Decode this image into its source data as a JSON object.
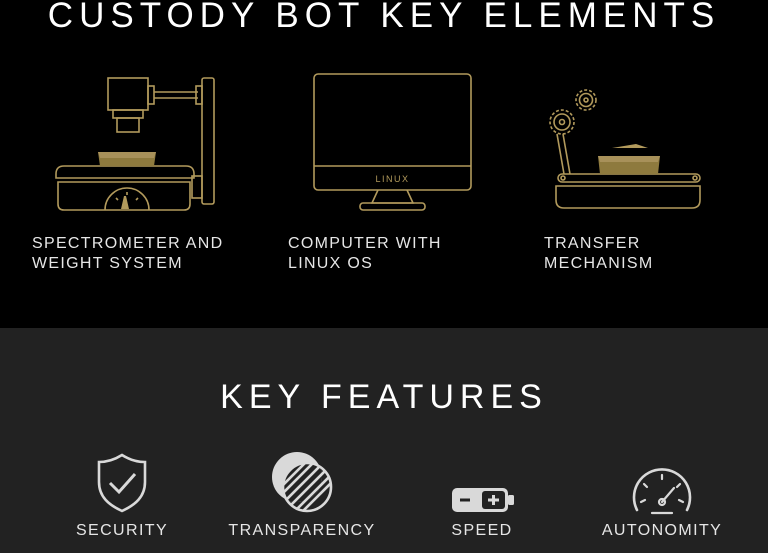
{
  "colors": {
    "gold": "#b29a5c",
    "gold_fill": "#8e7a3e",
    "top_bg": "#000000",
    "bottom_bg": "#222222",
    "icon_gray": "#d9d9d9",
    "text": "#e6e6e6"
  },
  "elements_section": {
    "title": "CUSTODY BOT KEY ELEMENTS",
    "items": [
      {
        "icon": "spectrometer-icon",
        "line1": "SPECTROMETER AND",
        "line2": "WEIGHT SYSTEM"
      },
      {
        "icon": "computer-monitor-icon",
        "screen_text": "LINUX",
        "line1": "COMPUTER WITH",
        "line2": "LINUX OS"
      },
      {
        "icon": "transfer-mechanism-icon",
        "line1": "TRANSFER",
        "line2": "MECHANISM"
      }
    ]
  },
  "features_section": {
    "title": "KEY FEATURES",
    "items": [
      {
        "icon": "shield-check-icon",
        "label": "SECURITY"
      },
      {
        "icon": "transparency-circles-icon",
        "label": "TRANSPARENCY"
      },
      {
        "icon": "battery-icon",
        "label": "SPEED"
      },
      {
        "icon": "speedometer-icon",
        "label": "AUTONOMITY"
      }
    ]
  }
}
